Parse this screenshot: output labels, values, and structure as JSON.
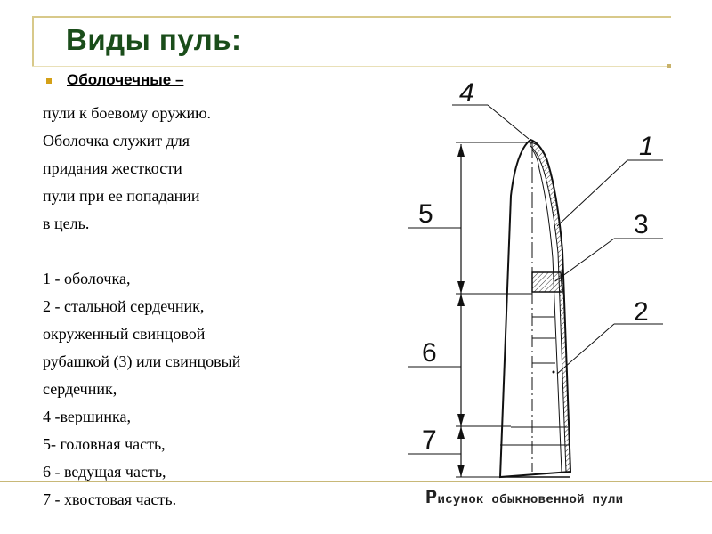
{
  "title": "Виды пуль:",
  "subheading": "Оболочечные –",
  "description": [
    "пули к боевому оружию.",
    "Оболочка служит для",
    "придания жесткости",
    "пули при ее попадании",
    "в цель."
  ],
  "legend": [
    "1 - оболочка,",
    "2 - стальной сердечник,",
    "окруженный свинцовой",
    "рубашкой (3) или свинцовый",
    "сердечник,",
    "4 -вершинка,",
    "5- головная часть,",
    "6 - ведущая часть,",
    "7 - хвостовая часть."
  ],
  "diagram": {
    "labels": {
      "n1": "1",
      "n2": "2",
      "n3": "3",
      "n4": "4",
      "n5": "5",
      "n6": "6",
      "n7": "7"
    },
    "caption_initial": "Р",
    "caption_rest": "исунок обыкновенной пули"
  }
}
